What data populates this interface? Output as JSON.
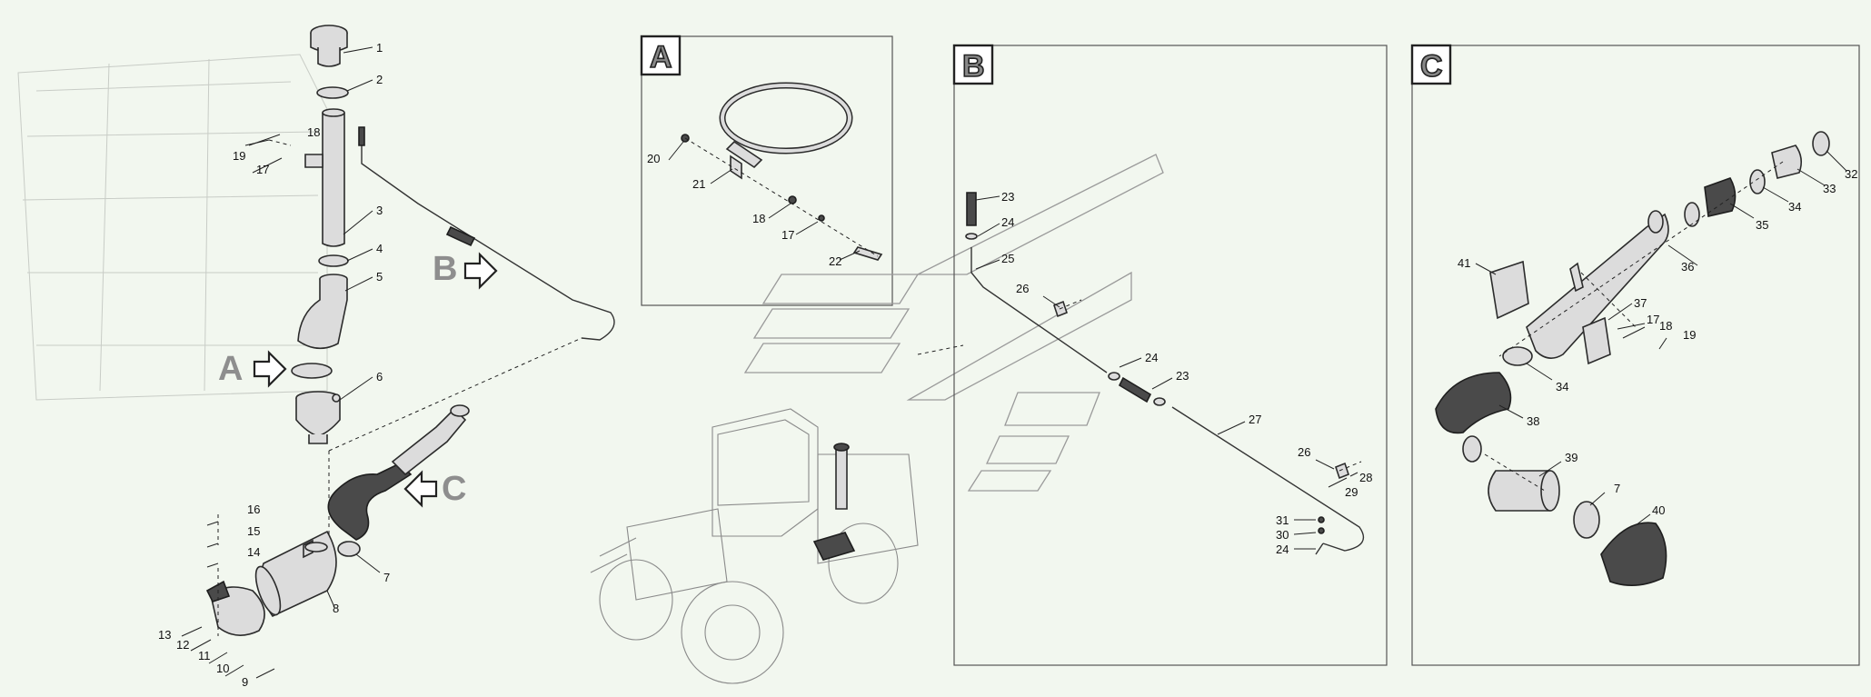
{
  "panels": {
    "A": {
      "label": "A"
    },
    "B": {
      "label": "B"
    },
    "C": {
      "label": "C"
    }
  },
  "view_arrows": {
    "A": "A",
    "B": "B",
    "C": "C"
  },
  "callouts": {
    "c1": "1",
    "c2": "2",
    "c3": "3",
    "c4": "4",
    "c5": "5",
    "c6": "6",
    "c7": "7",
    "c8": "8",
    "c9": "9",
    "c10": "10",
    "c11": "11",
    "c12": "12",
    "c13": "13",
    "c14": "14",
    "c15": "15",
    "c16": "16",
    "c17": "17",
    "c18": "18",
    "c19": "19",
    "a20": "20",
    "a21": "21",
    "a18": "18",
    "a17": "17",
    "a22": "22",
    "b23a": "23",
    "b24a": "24",
    "b25": "25",
    "b26a": "26",
    "b24b": "24",
    "b23b": "23",
    "b27": "27",
    "b26b": "26",
    "b28": "28",
    "b29": "29",
    "b31": "31",
    "b30": "30",
    "b24c": "24",
    "c32": "32",
    "c33": "33",
    "c34a": "34",
    "c35": "35",
    "c36": "36",
    "c41": "41",
    "c37": "37",
    "c17b": "17",
    "c18b": "18",
    "c19b": "19",
    "c34b": "34",
    "c38": "38",
    "c39": "39",
    "c7b": "7",
    "c40": "40"
  },
  "colors": {
    "background": "#f2f7ef",
    "line": "#2b2b2b",
    "metal": "#dcdcdc",
    "rubber": "#4a4a4a",
    "letter": "#8e8e8e"
  }
}
